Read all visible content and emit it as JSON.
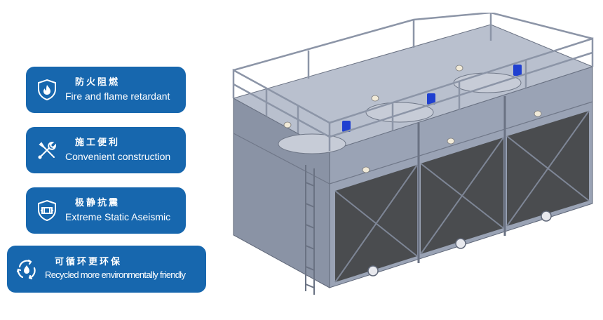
{
  "features": [
    {
      "icon": "fire-shield-icon",
      "title_zh": "防火阻燃",
      "title_en": "Fire and flame retardant"
    },
    {
      "icon": "tools-icon",
      "title_zh": "施工便利",
      "title_en": "Convenient construction"
    },
    {
      "icon": "seismic-shield-icon",
      "title_zh": "极静抗震",
      "title_en": "Extreme Static Aseismic"
    },
    {
      "icon": "recycle-drop-icon",
      "title_zh": "可循环更环保",
      "title_en": "Recycled more environmentally friendly"
    }
  ],
  "colors": {
    "card": "#1767ae",
    "card_text": "#ffffff",
    "tower_body": "#8e97a9",
    "motor": "#1f3fd0"
  }
}
